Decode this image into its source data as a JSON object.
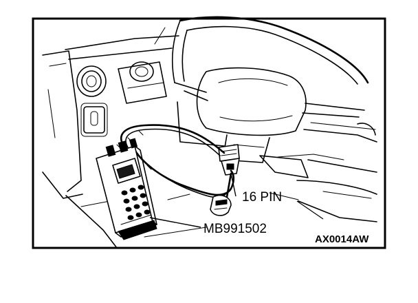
{
  "labels": {
    "connector_pin": "16 PIN",
    "tool_part_number": "MB991502",
    "figure_code": "AX0014AW"
  },
  "colors": {
    "ink": "#000000",
    "paper": "#ffffff"
  }
}
